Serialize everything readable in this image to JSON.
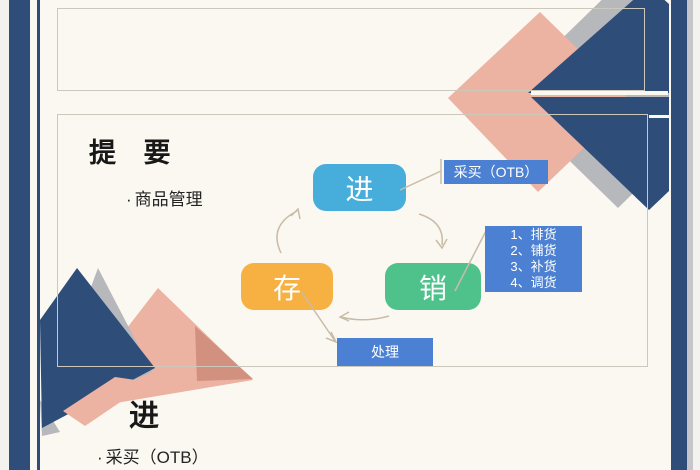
{
  "page": {
    "background": "#fbf8f1",
    "accent_navy": "#2e4d78",
    "accent_pink": "#ecb2a2",
    "accent_gray": "#b6b8bb",
    "callout_blue": "#4b80d3"
  },
  "sections": {
    "summary": {
      "title": "提 要",
      "bullet": "·",
      "bullet_text": "商品管理"
    },
    "purchase": {
      "title": "进",
      "bullet": "·",
      "bullet_text": "采买（OTB）"
    }
  },
  "diagram": {
    "nodes": [
      {
        "id": "in",
        "label": "进",
        "color": "#47aedb"
      },
      {
        "id": "sell",
        "label": "销",
        "color": "#4fc28c"
      },
      {
        "id": "store",
        "label": "存",
        "color": "#f7b142"
      }
    ],
    "labels": {
      "purchase_otb": {
        "text": "采买（OTB）"
      },
      "sale_steps": {
        "lines": [
          "1、排货",
          "2、铺货",
          "3、补货",
          "4、调货"
        ]
      },
      "handle": {
        "text": "处理"
      }
    }
  }
}
